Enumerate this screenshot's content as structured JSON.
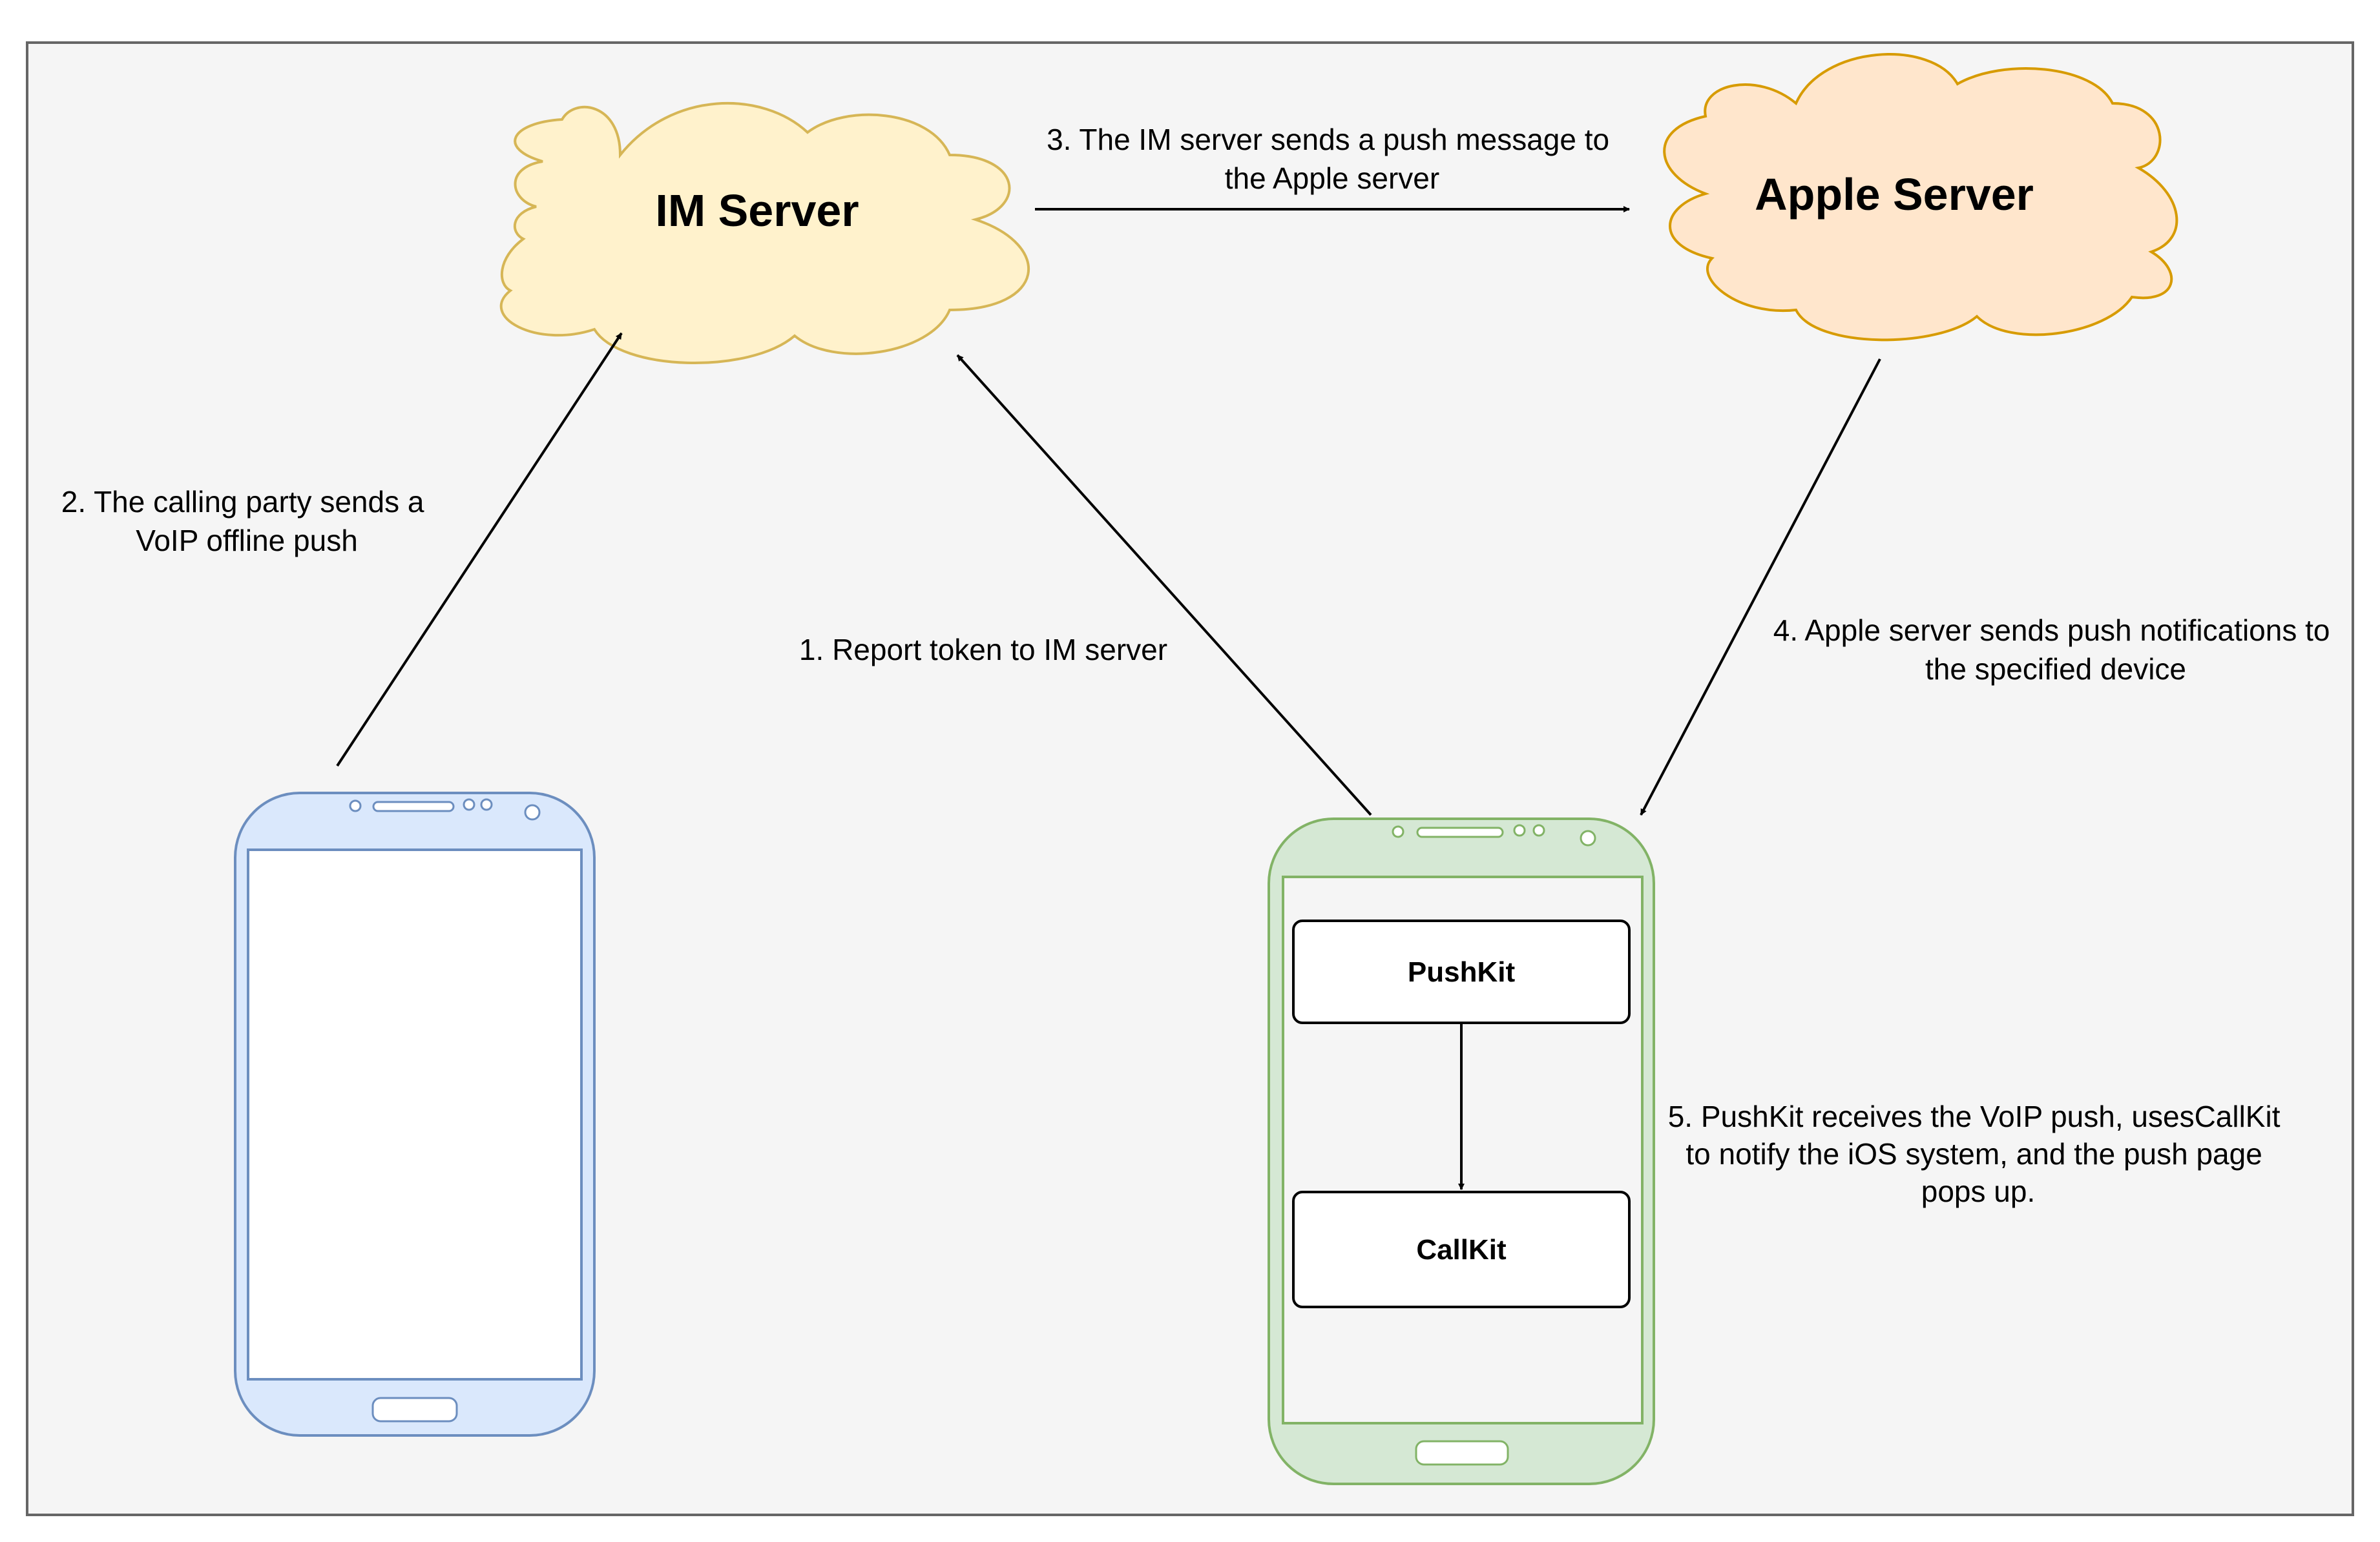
{
  "colors": {
    "frame_fill": "#f5f5f5",
    "frame_stroke": "#666666",
    "im_cloud_fill": "#fff2cc",
    "im_cloud_stroke": "#d6b656",
    "apple_cloud_fill": "#ffe6cc",
    "apple_cloud_stroke": "#d79b00",
    "caller_phone_fill": "#dae8fc",
    "caller_phone_stroke": "#6c8ebf",
    "callee_phone_fill": "#d5e8d4",
    "callee_phone_stroke": "#82b366",
    "arrow": "#000000"
  },
  "nodes": {
    "im_server": "IM Server",
    "apple_server": "Apple Server",
    "pushkit": "PushKit",
    "callkit": "CallKit"
  },
  "steps": {
    "step1": [
      "1. Report token to IM server"
    ],
    "step2": [
      "2. The calling party sends a",
      "VoIP offline push"
    ],
    "step3": [
      "3. The IM server sends a push message to",
      "the Apple server"
    ],
    "step4": [
      "4. Apple server sends push notifications to",
      "the specified device"
    ],
    "step5": [
      "5. PushKit receives the VoIP push, usesCallKit",
      "to notify the iOS system, and the push page",
      "pops up."
    ]
  }
}
